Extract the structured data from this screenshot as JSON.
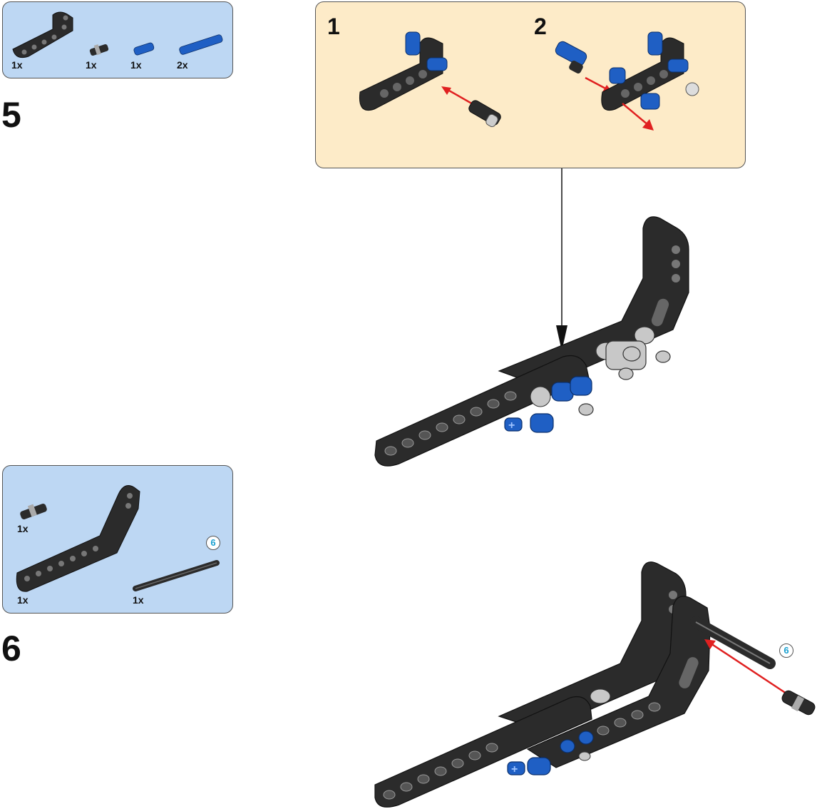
{
  "step5": {
    "number": "5",
    "parts": [
      {
        "name": "black-l-beam",
        "qty": "1x"
      },
      {
        "name": "black-friction-pin",
        "qty": "1x"
      },
      {
        "name": "blue-short-pin",
        "qty": "1x"
      },
      {
        "name": "blue-long-pin",
        "qty": "2x"
      }
    ],
    "callout": {
      "sub_steps": [
        "1",
        "2"
      ]
    }
  },
  "step6": {
    "number": "6",
    "parts": [
      {
        "name": "black-friction-pin",
        "qty": "1x"
      },
      {
        "name": "black-bent-beam",
        "qty": "1x"
      },
      {
        "name": "black-axle",
        "qty": "1x",
        "length_badge": "6"
      }
    ],
    "axle_badge": "6"
  },
  "colors": {
    "parts_bg": "#bdd7f3",
    "callout_bg": "#fdebc8",
    "brick_black": "#2b2b2b",
    "brick_blue": "#1f5fc4",
    "brick_gray": "#c8c8c8",
    "arrow_red": "#e02020",
    "badge_text": "#1aa0d0"
  }
}
